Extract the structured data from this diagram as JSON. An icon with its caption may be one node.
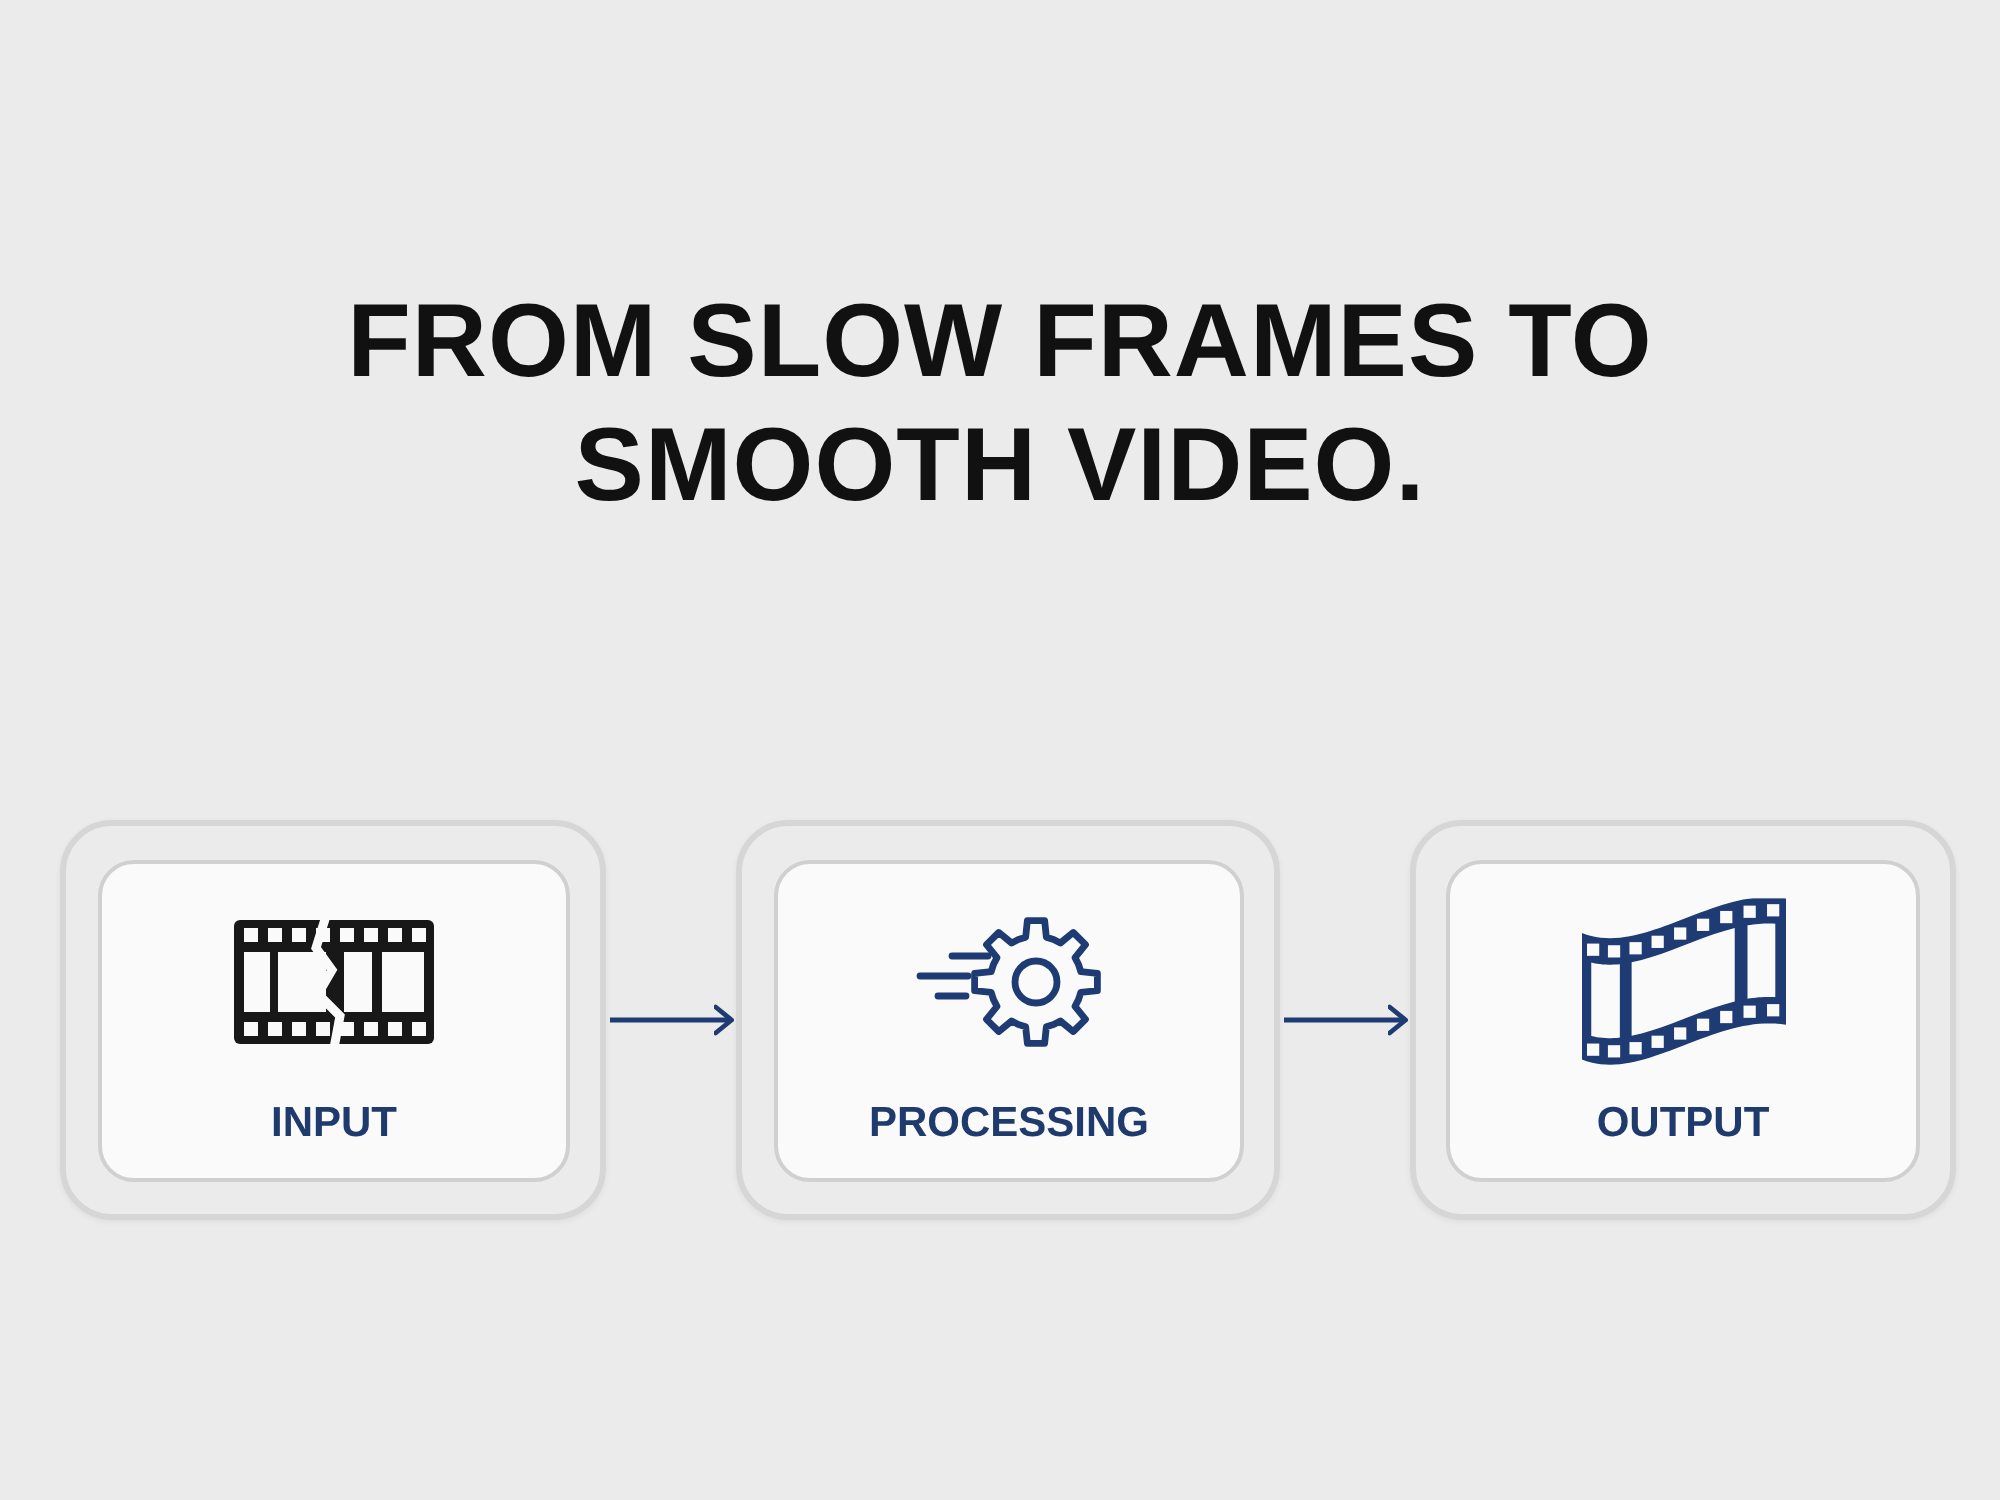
{
  "diagram": {
    "title": "FROM SLOW FRAMES TO SMOOTH VIDEO.",
    "nodes": [
      {
        "text": [],
        "shape": "box"
      },
      {
        "text": [
          "INPUT"
        ],
        "in": 0
      },
      {
        "text": [],
        "shape": "box"
      },
      {
        "text": [
          "PROCESSING"
        ],
        "in": 2
      },
      {
        "text": [],
        "shape": "box"
      },
      {
        "text": [
          "OUTPUT"
        ],
        "in": 4
      }
    ],
    "edges": [
      {
        "from": 0,
        "to": 2,
        "arrow": "to"
      },
      {
        "from": 2,
        "to": 4,
        "arrow": "to"
      }
    ]
  }
}
